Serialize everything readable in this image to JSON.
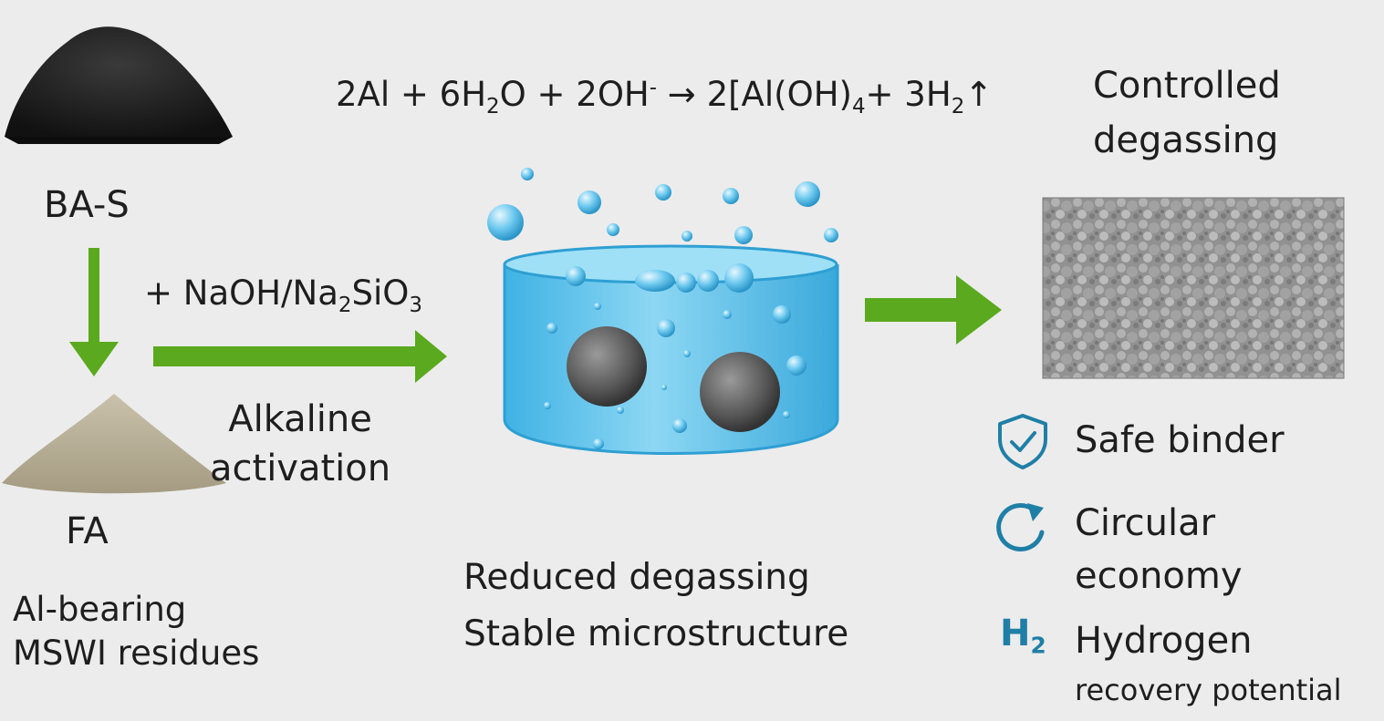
{
  "inputs": {
    "top_material": "BA-S",
    "bottom_material": "FA",
    "residue_line1": "Al-bearing",
    "residue_line2": "MSWI residues"
  },
  "reagent": {
    "prefix": "+ NaOH/Na",
    "sub1": "2",
    "mid": "SiO",
    "sub2": "3"
  },
  "process": {
    "line1": "Alkaline",
    "line2": "activation"
  },
  "equation": {
    "p1": "2Al + 6H",
    "s1": "2",
    "p2": "O + 2OH",
    "sup1": "-",
    "p3": " → 2[Al(OH)",
    "s2": "4",
    "p4": "+ 3H",
    "s3": "2",
    "p5": "↑"
  },
  "outcome_center": {
    "line1": "Reduced degassing",
    "line2": "Stable microstructure"
  },
  "outcome_right": {
    "line1": "Controlled",
    "line2": "degassing"
  },
  "benefits": [
    {
      "icon": "shield-check-icon",
      "line1": "Safe binder",
      "line2": ""
    },
    {
      "icon": "circular-arrow-icon",
      "line1": "Circular",
      "line2": "economy"
    },
    {
      "icon": "h2-icon",
      "icon_text": "H",
      "icon_sub": "2",
      "line1": "Hydrogen",
      "line2": "recovery potential"
    }
  ],
  "colors": {
    "arrow_green": "#5aa91e",
    "icon_blue": "#1f7fa6",
    "water_blue": "#5cc0e8",
    "background": "#ececec"
  }
}
